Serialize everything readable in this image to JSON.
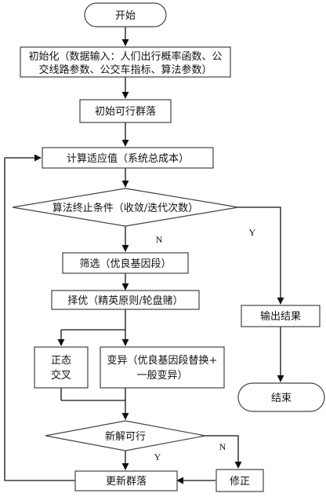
{
  "flowchart": {
    "start": "开始",
    "init_line1": "初始化（数据输入：人们出行概率函数、公",
    "init_line2": "交线路参数、公交车指标、算法参数）",
    "init_population": "初始可行群落",
    "fitness": "计算适应值（系统总成本）",
    "termination": "算法终止条件（收敛/迭代次数）",
    "label_n1": "N",
    "label_y1": "Y",
    "selection": "筛选（优良基因段）",
    "elitism": "择优（精英原则/轮盘赌）",
    "crossover_line1": "正态",
    "crossover_line2": "交叉",
    "mutation_line1": "变异（优良基因段替换+",
    "mutation_line2": "一般变异）",
    "output": "输出结果",
    "end": "结束",
    "feasible": "新解可行",
    "label_n2": "N",
    "label_y2": "Y",
    "update": "更新群落",
    "repair": "修正"
  }
}
